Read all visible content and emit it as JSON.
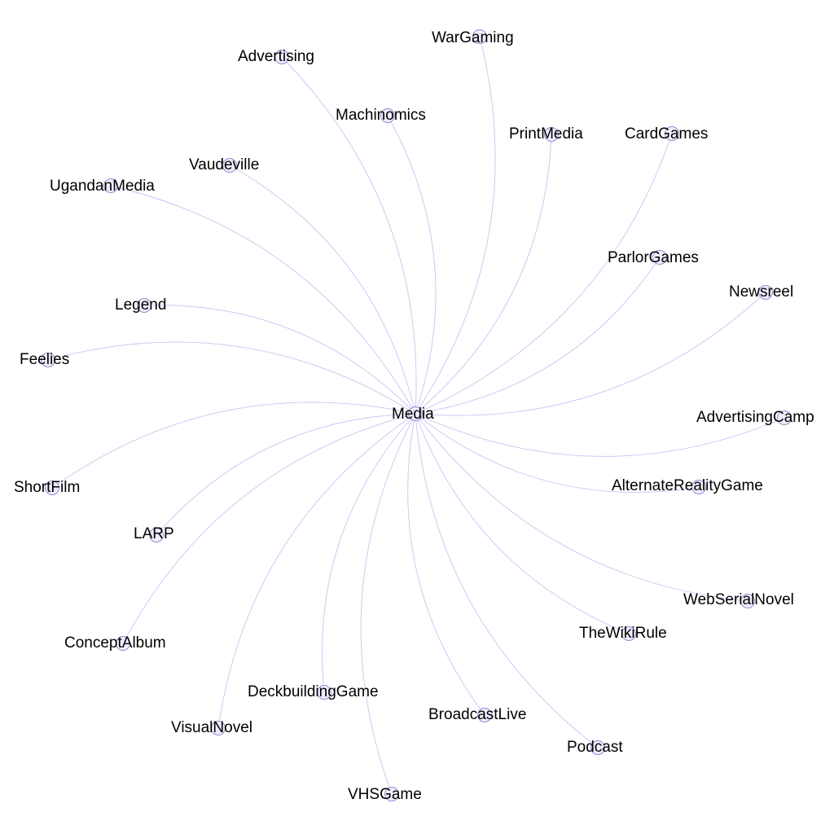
{
  "graph": {
    "center": {
      "label": "Media"
    },
    "nodes": [
      {
        "label": "WarGaming"
      },
      {
        "label": "Advertising"
      },
      {
        "label": "Machinomics"
      },
      {
        "label": "PrintMedia"
      },
      {
        "label": "CardGames"
      },
      {
        "label": "Vaudeville"
      },
      {
        "label": "UgandanMedia"
      },
      {
        "label": "ParlorGames"
      },
      {
        "label": "Newsreel"
      },
      {
        "label": "Legend"
      },
      {
        "label": "Feelies"
      },
      {
        "label": "AdvertisingCamp"
      },
      {
        "label": "ShortFilm"
      },
      {
        "label": "AlternateRealityGame"
      },
      {
        "label": "LARP"
      },
      {
        "label": "WebSerialNovel"
      },
      {
        "label": "TheWikiRule"
      },
      {
        "label": "ConceptAlbum"
      },
      {
        "label": "DeckbuildingGame"
      },
      {
        "label": "BroadcastLive"
      },
      {
        "label": "VisualNovel"
      },
      {
        "label": "Podcast"
      },
      {
        "label": "VHSGame"
      }
    ],
    "colors": {
      "edge": "#c6c6f2",
      "node_fill": "#eeeeff",
      "node_stroke": "#8f8fd0",
      "label": "#000000"
    }
  }
}
